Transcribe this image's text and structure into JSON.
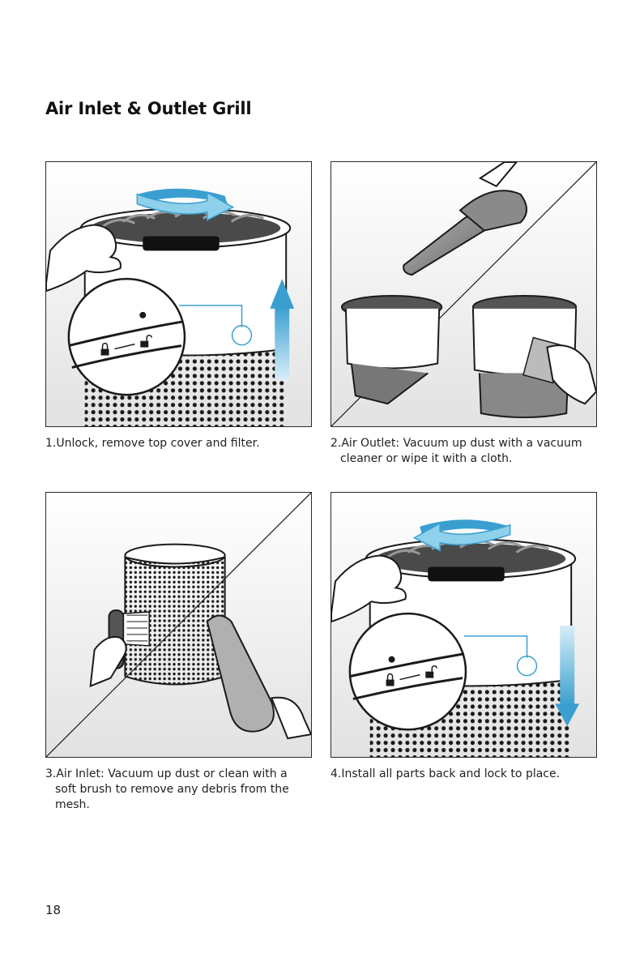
{
  "page": {
    "title": "Air Inlet & Outlet Grill",
    "page_number": "18"
  },
  "steps": [
    {
      "line1": "1.Unlock, remove top cover and filter.",
      "line2": "",
      "line3": ""
    },
    {
      "line1": "2.Air Outlet: Vacuum up dust with a vacuum",
      "line2": "cleaner or wipe it with a cloth.",
      "line3": ""
    },
    {
      "line1": "3.Air Inlet: Vacuum up dust or clean with a",
      "line2": "soft brush to remove any debris from the",
      "line3": "mesh."
    },
    {
      "line1": "4.Install all parts back and lock to place.",
      "line2": "",
      "line3": ""
    }
  ],
  "colors": {
    "arrow_blue": "#3a9fd0",
    "arrow_light": "#8fd0ea",
    "line": "#1a1a1a",
    "background_gray": "#eeeeee"
  },
  "icons": [
    "rotate-arrow",
    "up-arrow",
    "down-arrow",
    "lock-icon",
    "unlock-icon",
    "vacuum-cleaner",
    "brush",
    "cloth",
    "hand"
  ]
}
